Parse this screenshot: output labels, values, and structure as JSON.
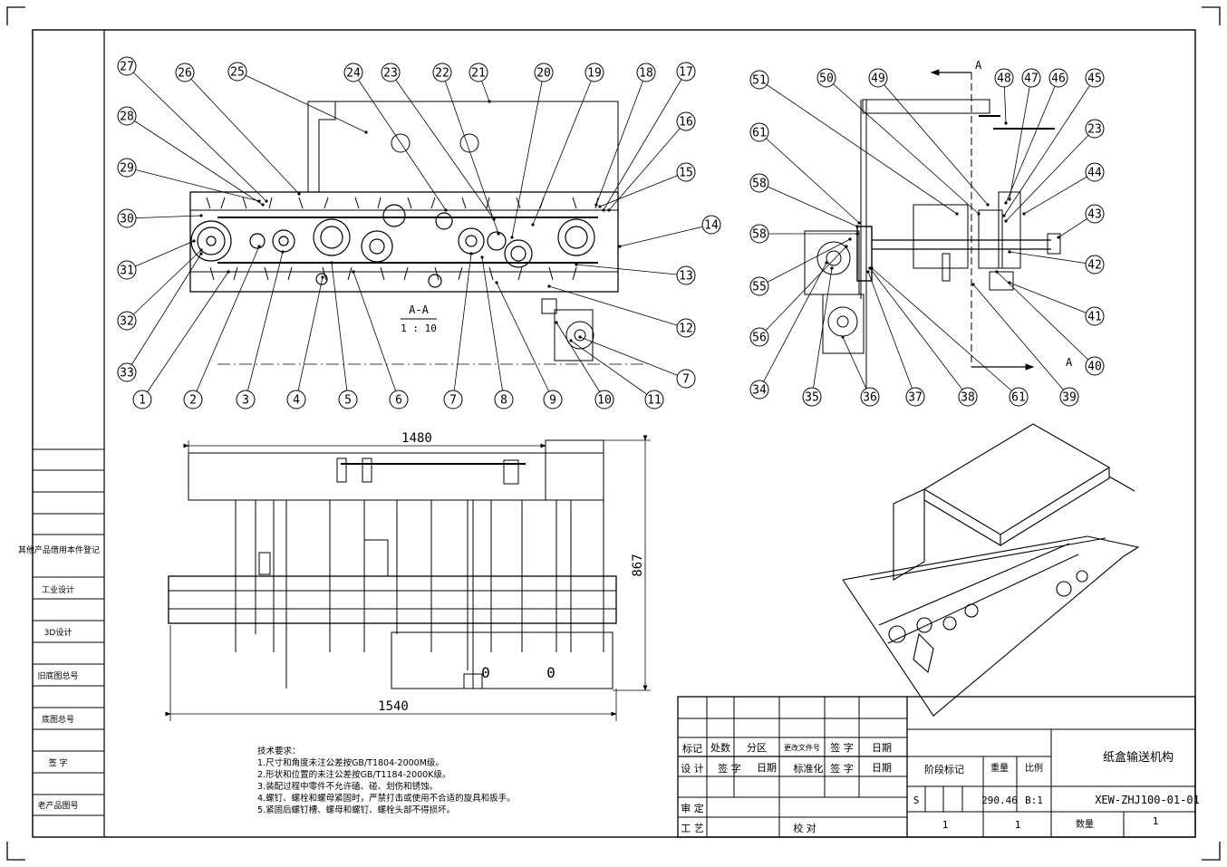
{
  "section_view": {
    "label": "A-A",
    "scale": "1 : 10",
    "cut_letter": "A"
  },
  "balloons_front": [
    "27",
    "26",
    "25",
    "24",
    "23",
    "22",
    "21",
    "20",
    "19",
    "18",
    "17",
    "16",
    "15",
    "14",
    "13",
    "12",
    "7",
    "11",
    "10",
    "9",
    "8",
    "7",
    "6",
    "5",
    "4",
    "3",
    "2",
    "1",
    "33",
    "32",
    "31",
    "30",
    "29",
    "28"
  ],
  "balloons_side": [
    "51",
    "50",
    "49",
    "48",
    "47",
    "46",
    "45",
    "23",
    "44",
    "43",
    "42",
    "41",
    "40",
    "39",
    "61",
    "38",
    "37",
    "36",
    "35",
    "34",
    "56",
    "55",
    "58",
    "58",
    "61"
  ],
  "dimensions": {
    "top_width": "1480",
    "bottom_width": "1540",
    "height": "867",
    "zero_a": "0",
    "zero_b": "0"
  },
  "tech_notes": {
    "title": "技术要求：",
    "lines": [
      "1.尺寸和角度未注公差按GB/T1804-2000M级。",
      "2.形状和位置的未注公差按GB/T1184-2000K级。",
      "3.装配过程中零件不允许磕、碰、划伤和锈蚀。",
      "4.螺钉、螺栓和螺母紧固时，严禁打击或使用不合适的旋具和扳手。",
      "5.紧固后螺钉槽、螺母和螺钉、螺栓头部不得损坏。"
    ]
  },
  "left_strip": {
    "items": [
      "其他产品借用本件登记",
      "工业设计",
      "3D设计",
      "旧底图总号",
      "底图总号",
      "签 字",
      "老产品图号"
    ]
  },
  "title_block": {
    "rev_headers": [
      "标记",
      "处数",
      "分区",
      "更改文件号",
      "签 字",
      "日期"
    ],
    "sign_row": [
      "设 计",
      "签 字",
      "日期",
      "标准化",
      "签 字",
      "日期"
    ],
    "review": "审 定",
    "process": "工 艺",
    "approve": "校 对",
    "stage_label": "阶段标记",
    "weight_label": "重量",
    "scale_label": "比例",
    "stage_value": "S",
    "weight_value": "290.46",
    "scale_value": "B:1",
    "title": "纸盒输送机构",
    "drawing_no": "XEW-ZHJ100-01-01",
    "sheet_a": "1",
    "sheet_b": "1",
    "qty_label": "数量",
    "qty_value": "1"
  }
}
